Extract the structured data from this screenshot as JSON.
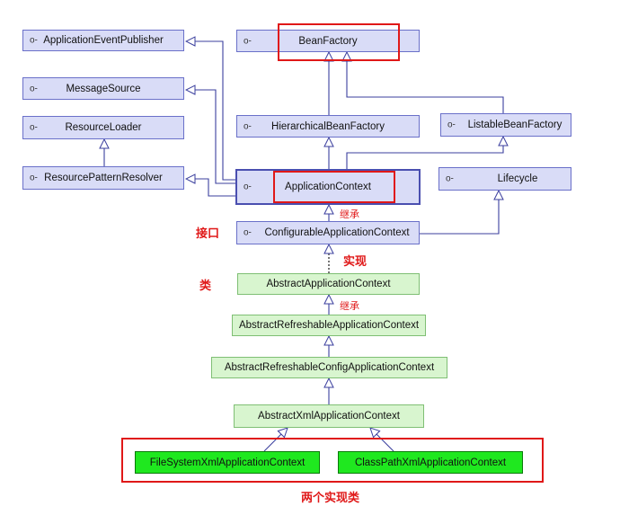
{
  "nodes": {
    "application_event_publisher": "ApplicationEventPublisher",
    "message_source": "MessageSource",
    "resource_loader": "ResourceLoader",
    "resource_pattern_resolver": "ResourcePatternResolver",
    "bean_factory": "BeanFactory",
    "hierarchical_bean_factory": "HierarchicalBeanFactory",
    "listable_bean_factory": "ListableBeanFactory",
    "application_context": "ApplicationContext",
    "lifecycle": "Lifecycle",
    "configurable_application_context": "ConfigurableApplicationContext",
    "abstract_application_context": "AbstractApplicationContext",
    "abstract_refreshable_application_context": "AbstractRefreshableApplicationContext",
    "abstract_refreshable_config_application_context": "AbstractRefreshableConfigApplicationContext",
    "abstract_xml_application_context": "AbstractXmlApplicationContext",
    "file_system_xml_application_context": "FileSystemXmlApplicationContext",
    "class_path_xml_application_context": "ClassPathXmlApplicationContext"
  },
  "annotations": {
    "inherit_1": "继承",
    "interface": "接口",
    "implement": "实现",
    "class": "类",
    "inherit_2": "继承",
    "two_impl_classes": "两个实现类"
  },
  "interface_knob_glyph": "o-",
  "colors": {
    "interface_fill": "#d9dcf7",
    "interface_border": "#6a70c9",
    "class_fill": "#d8f5cf",
    "class_border": "#7fbf74",
    "impl_fill": "#1fe81f",
    "highlight": "#e01818"
  }
}
